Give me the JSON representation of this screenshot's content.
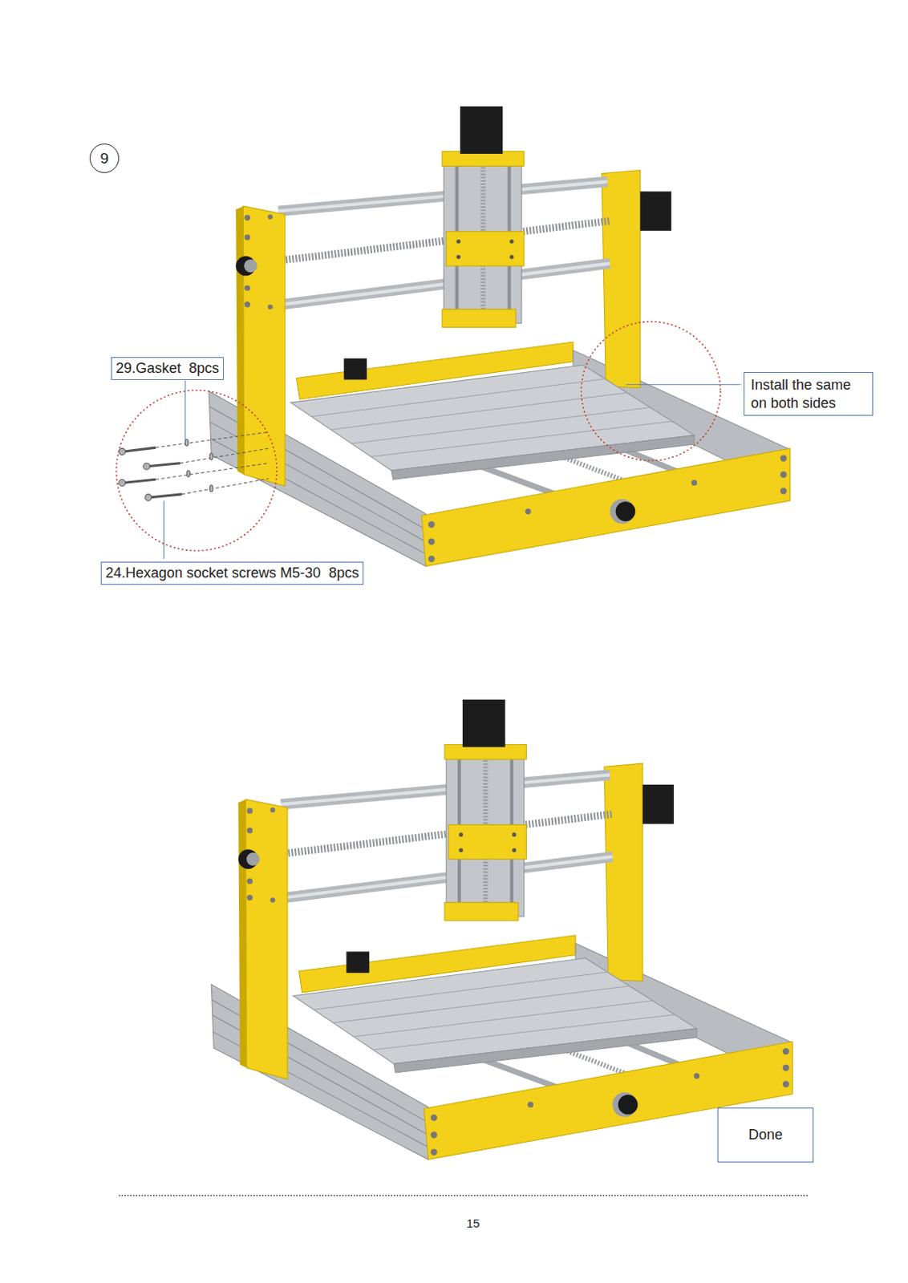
{
  "diagram": {
    "nodes": [
      {
        "text": [
          "9"
        ]
      },
      {
        "text": [
          "29.Gasket  8pcs"
        ]
      },
      {
        "text": [
          "Install the same on both sides"
        ]
      },
      {
        "text": [
          "24.Hexagon socket screws M5-30  8pcs"
        ]
      },
      {
        "text": [
          "Done"
        ]
      }
    ],
    "labels": [
      "15"
    ]
  }
}
